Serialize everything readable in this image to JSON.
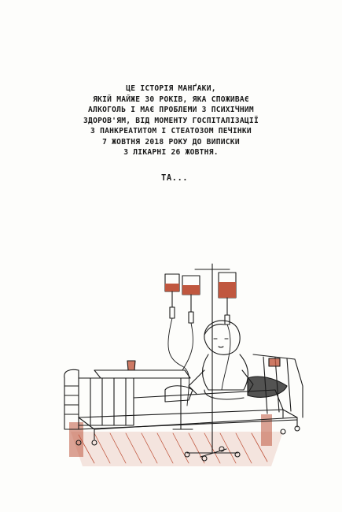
{
  "narration": {
    "lines": [
      "ЦЕ ІСТОРІЯ МАНҐАКИ,",
      "ЯКІЙ МАЙЖЕ 30 РОКІВ, ЯКА СПОЖИВАЄ",
      "АЛКОГОЛЬ І МАЄ ПРОБЛЕМИ З ПСИХІЧНИМ",
      "ЗДОРОВ'ЯМ, ВІД МОМЕНТУ ГОСПІТАЛІЗАЦІЇ",
      "З ПАНКРЕАТИТОМ І СТЕАТОЗОМ ПЕЧІНКИ",
      "7 ЖОВТНЯ 2018 РОКУ ДО ВИПИСКИ",
      "З ЛІКАРНІ 26 ЖОВТНЯ."
    ],
    "ellipsis": "ТА..."
  },
  "colors": {
    "ink": "#1a1a1a",
    "accent_red": "#c0573f",
    "paper": "#fdfdfb"
  }
}
